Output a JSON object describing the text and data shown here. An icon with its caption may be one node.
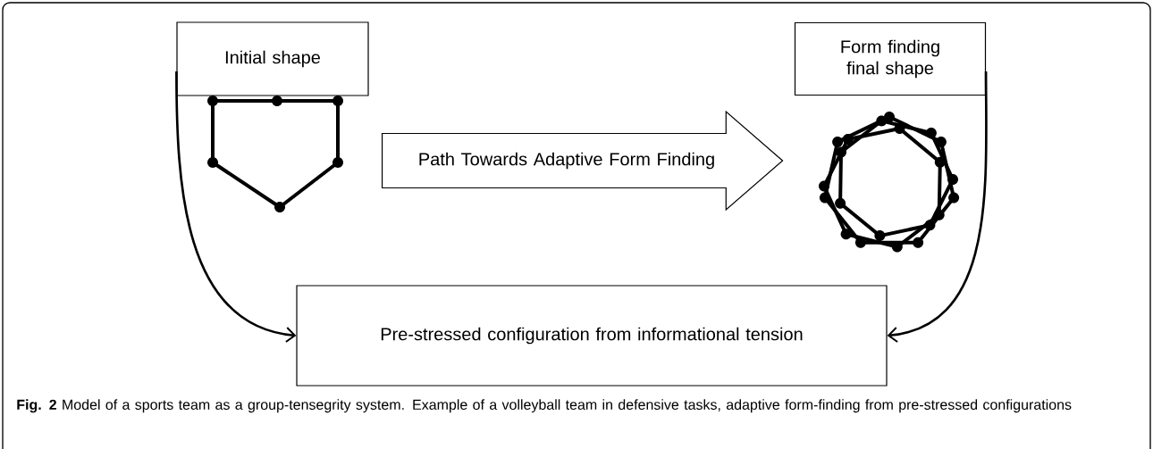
{
  "diagram": {
    "caption": "**Fig. 2** Model of a sports team as a group-tensegrity system. Example of a volleyball team in defensive tasks, adaptive form-finding from pre-stressed configurations",
    "nodes": [
      {
        "text": [
          "Initial shape"
        ]
      },
      {
        "text": [
          "Path Towards Adaptive Form Finding"
        ]
      },
      {
        "text": [
          "Form finding final shape"
        ]
      },
      {
        "text": [
          "Pre-stressed configuration from informational tension"
        ]
      }
    ],
    "edges": [
      {
        "from": 0,
        "to": 3,
        "arrow": "to"
      },
      {
        "from": 2,
        "to": 3,
        "arrow": "to"
      }
    ]
  }
}
